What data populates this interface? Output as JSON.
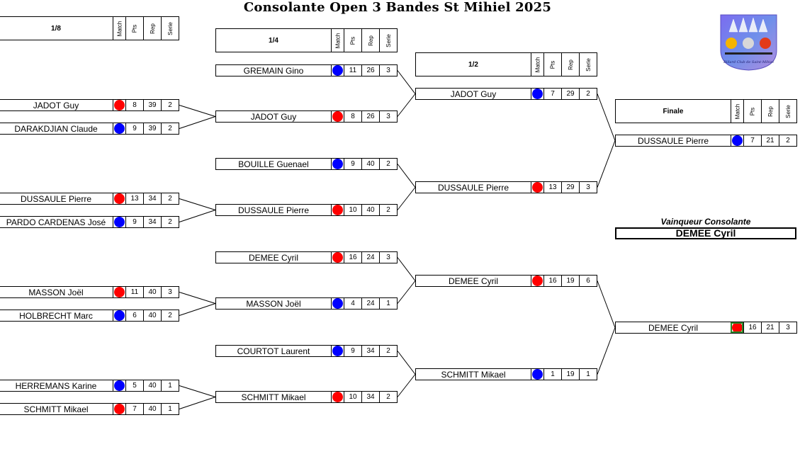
{
  "title": "Consolante Open 3 Bandes St Mihiel 2025",
  "colors": {
    "red": "#ff0000",
    "blue": "#0000ff"
  },
  "columns": {
    "match": "Match",
    "pts": "Pts",
    "rep": "Rep",
    "serie": "Serie"
  },
  "rounds": {
    "r8": {
      "label": "1/8",
      "matches": [
        {
          "players": [
            {
              "name": "JADOT Guy",
              "ball": "red",
              "pts": "8",
              "rep": "39",
              "serie": "2"
            },
            {
              "name": "DARAKDJIAN Claude",
              "ball": "blue",
              "pts": "9",
              "rep": "39",
              "serie": "2"
            }
          ]
        },
        {
          "players": [
            {
              "name": "DUSSAULE Pierre",
              "ball": "red",
              "pts": "13",
              "rep": "34",
              "serie": "2"
            },
            {
              "name": "PARDO CARDENAS José",
              "ball": "blue",
              "pts": "9",
              "rep": "34",
              "serie": "2"
            }
          ]
        },
        {
          "players": [
            {
              "name": "MASSON Joël",
              "ball": "red",
              "pts": "11",
              "rep": "40",
              "serie": "3"
            },
            {
              "name": "HOLBRECHT Marc",
              "ball": "blue",
              "pts": "6",
              "rep": "40",
              "serie": "2"
            }
          ]
        },
        {
          "players": [
            {
              "name": "HERREMANS Karine",
              "ball": "blue",
              "pts": "5",
              "rep": "40",
              "serie": "1"
            },
            {
              "name": "SCHMITT Mikael",
              "ball": "red",
              "pts": "7",
              "rep": "40",
              "serie": "1"
            }
          ]
        }
      ]
    },
    "r4": {
      "label": "1/4",
      "matches": [
        {
          "players": [
            {
              "name": "GREMAIN Gino",
              "ball": "blue",
              "pts": "11",
              "rep": "26",
              "serie": "3"
            },
            {
              "name": "JADOT Guy",
              "ball": "red",
              "pts": "8",
              "rep": "26",
              "serie": "3"
            }
          ]
        },
        {
          "players": [
            {
              "name": "BOUILLE Guenael",
              "ball": "blue",
              "pts": "9",
              "rep": "40",
              "serie": "2"
            },
            {
              "name": "DUSSAULE Pierre",
              "ball": "red",
              "pts": "10",
              "rep": "40",
              "serie": "2"
            }
          ]
        },
        {
          "players": [
            {
              "name": "DEMEE Cyril",
              "ball": "red",
              "pts": "16",
              "rep": "24",
              "serie": "3"
            },
            {
              "name": "MASSON Joël",
              "ball": "blue",
              "pts": "4",
              "rep": "24",
              "serie": "1"
            }
          ]
        },
        {
          "players": [
            {
              "name": "COURTOT Laurent",
              "ball": "blue",
              "pts": "9",
              "rep": "34",
              "serie": "2"
            },
            {
              "name": "SCHMITT Mikael",
              "ball": "red",
              "pts": "10",
              "rep": "34",
              "serie": "2"
            }
          ]
        }
      ]
    },
    "r2": {
      "label": "1/2",
      "matches": [
        {
          "players": [
            {
              "name": "JADOT Guy",
              "ball": "blue",
              "pts": "7",
              "rep": "29",
              "serie": "2"
            },
            {
              "name": "DUSSAULE Pierre",
              "ball": "red",
              "pts": "13",
              "rep": "29",
              "serie": "3"
            }
          ]
        },
        {
          "players": [
            {
              "name": "DEMEE Cyril",
              "ball": "red",
              "pts": "16",
              "rep": "19",
              "serie": "6"
            },
            {
              "name": "SCHMITT Mikael",
              "ball": "blue",
              "pts": "1",
              "rep": "19",
              "serie": "1"
            }
          ]
        }
      ]
    },
    "final": {
      "label": "Finale",
      "players": [
        {
          "name": "DUSSAULE Pierre",
          "ball": "blue",
          "pts": "7",
          "rep": "21",
          "serie": "2"
        },
        {
          "name": "DEMEE Cyril",
          "ball": "red",
          "pts": "16",
          "rep": "21",
          "serie": "3"
        }
      ]
    }
  },
  "winner": {
    "label": "Vainqueur Consolante",
    "name": "DEMEE Cyril"
  },
  "logo": {
    "icon": "billard-club-logo-icon",
    "text": "Billard Club de Saint-Mihiel"
  }
}
